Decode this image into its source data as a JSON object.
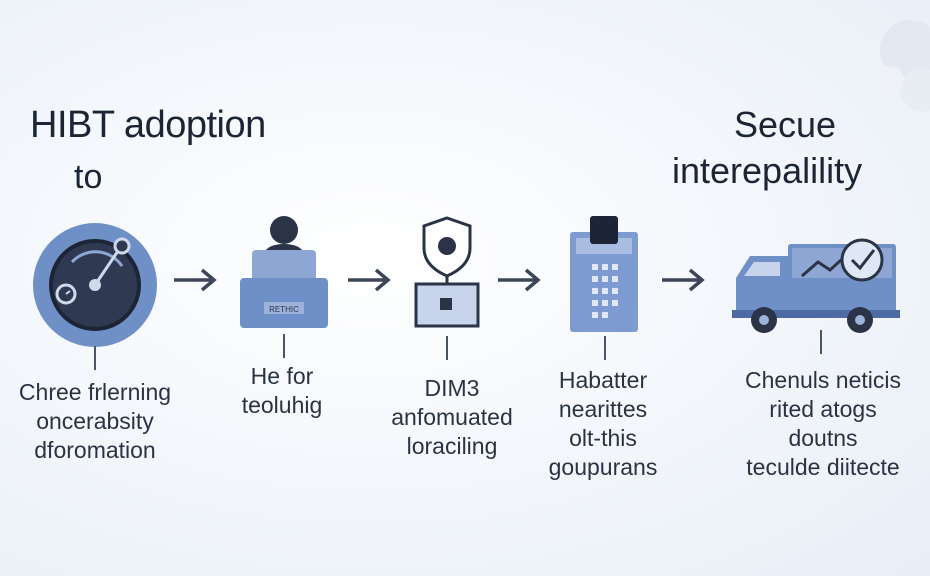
{
  "title": {
    "left_line1": "HIBT adoption",
    "left_line2": "to",
    "right_line1": "Secue",
    "right_line2": "interepalility"
  },
  "steps": [
    {
      "id": "step-1",
      "icon": "clock-globe-icon",
      "caption": [
        "Chree frlerning",
        "oncerabsity",
        "dforomation"
      ]
    },
    {
      "id": "step-2",
      "icon": "user-laptop-icon",
      "panel_label": "RETHIC",
      "caption": [
        "He for",
        "teoluhig"
      ]
    },
    {
      "id": "step-3",
      "icon": "shield-device-icon",
      "caption": [
        "DIM3",
        "anfomuated",
        "loraciling"
      ]
    },
    {
      "id": "step-4",
      "icon": "server-rack-icon",
      "caption": [
        "Habatter",
        "nearittes",
        "olt-this",
        "goupurans"
      ]
    },
    {
      "id": "step-5",
      "icon": "delivery-truck-icon",
      "caption": [
        "Chenuls neticis",
        "rited atogs",
        "doutns",
        "teculde diitecte"
      ]
    }
  ],
  "colors": {
    "primary": "#6f8fc7",
    "primary_light": "#9db3dc",
    "dark": "#2b3446",
    "arrow": "#3c4658"
  }
}
